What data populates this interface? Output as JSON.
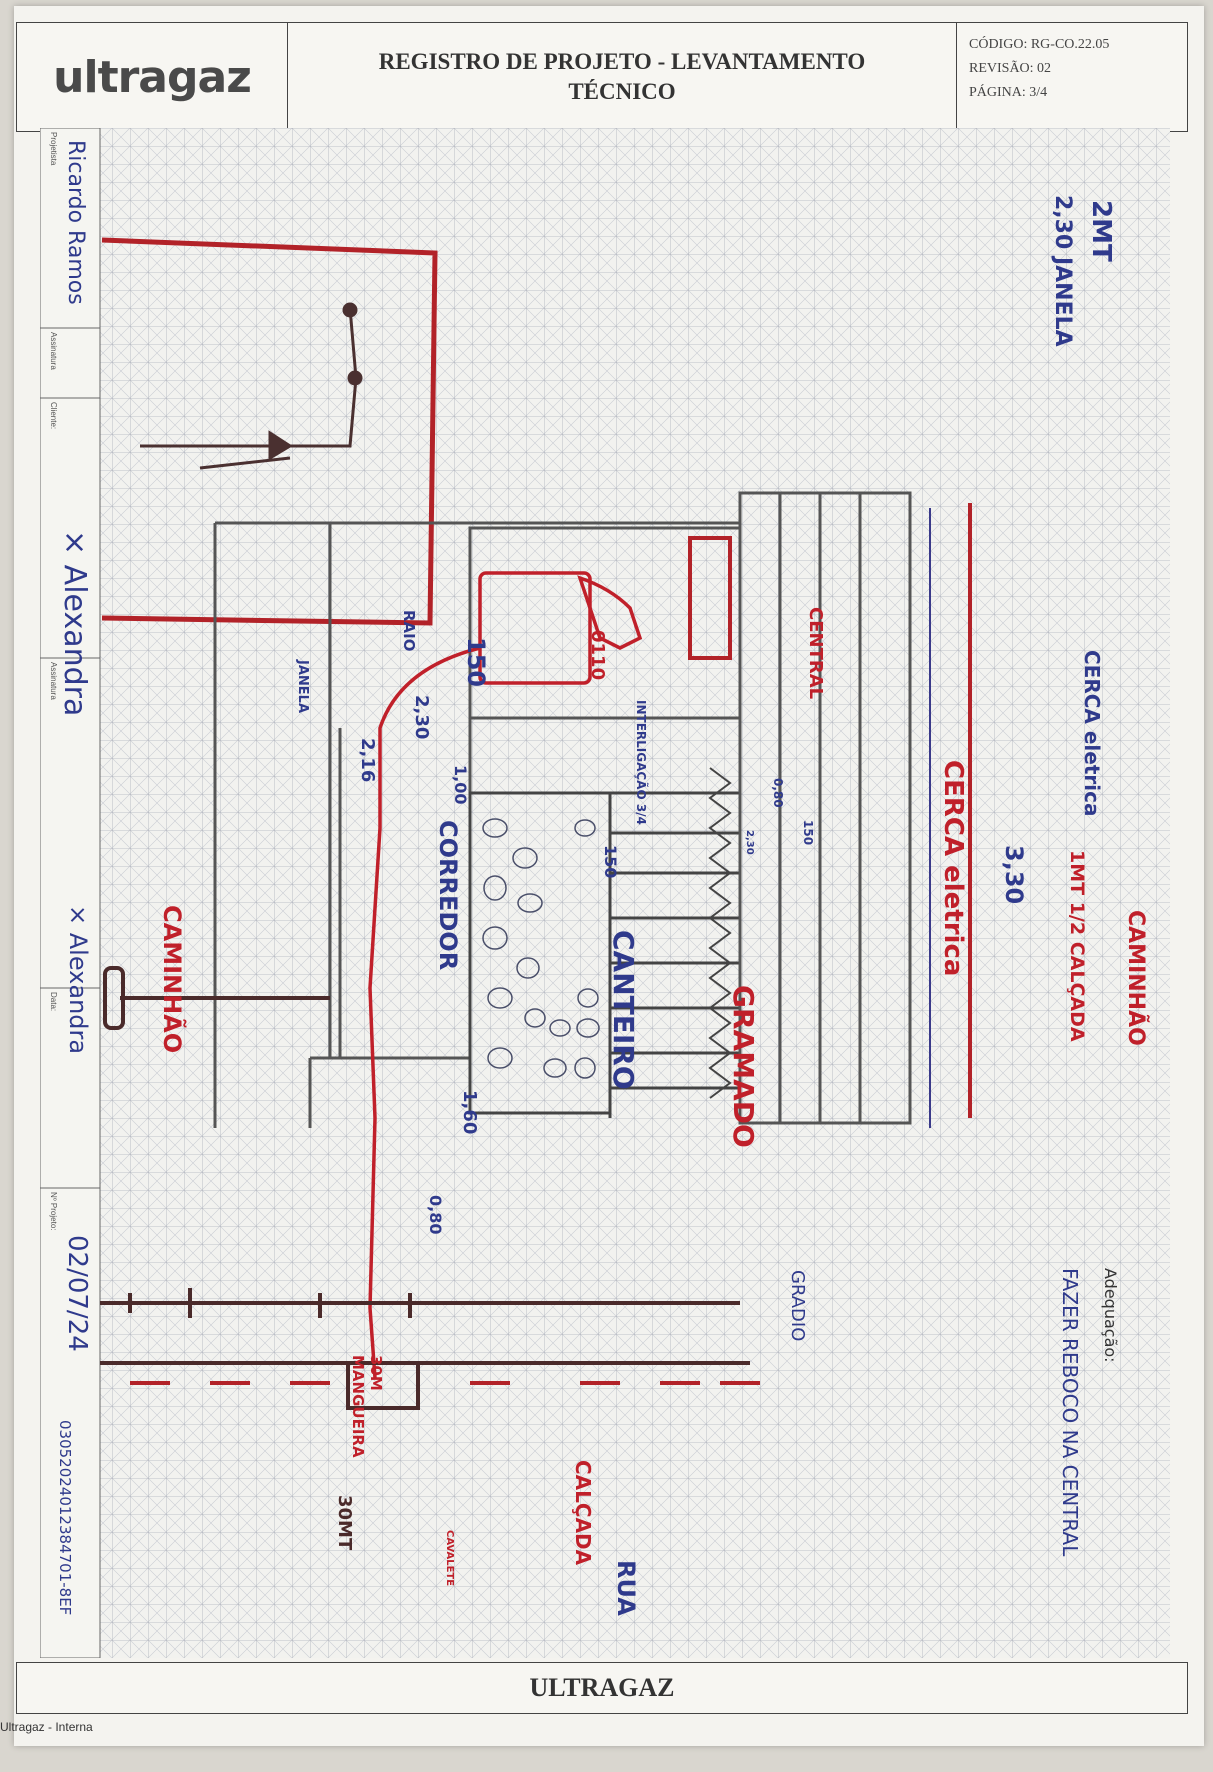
{
  "header": {
    "logo": "ultragaz",
    "title": "REGISTRO DE PROJETO - LEVANTAMENTO TÉCNICO",
    "codigo": "CÓDIGO:   RG-CO.22.05",
    "revisao": "REVISÃO:  02",
    "pagina": "PÁGINA: 3/4"
  },
  "side_labels": {
    "projetista": "Projetista",
    "assinatura1": "Assinatura",
    "cliente": "Cliente:",
    "assinatura2": "Assinatura",
    "data": "Data:",
    "nr_projeto": "Nº Projeto:"
  },
  "side_values": {
    "projetista": "Ricardo Ramos",
    "cliente": "× Alexandra",
    "assinatura2": "× Alexandra",
    "data": "02/07/24",
    "nr_projeto": "03052024012384701-8EF"
  },
  "sketch_labels": {
    "muro": "2MT",
    "janela_top": "2,30 JANELA",
    "raio": "RAIO",
    "m150": "150",
    "m230": "2,30",
    "m216": "2,16",
    "janela": "JANELA",
    "p0110": "0110",
    "interligacao": "INTERLIGAÇÃO 3/4",
    "central": "CENTRAL",
    "m080": "0,80",
    "m150b": "150",
    "m150c": "150",
    "m230b": "2,30",
    "m100": "1,00",
    "corredor": "CORREDOR",
    "canteiro": "CANTEIRO",
    "gramado": "GRAMADO",
    "cerca1": "CERCA eletrica",
    "cerca2": "CERCA eletrica",
    "m330": "3,30",
    "caminhao": "CAMINHÃO",
    "m1mt": "1MT 1/2 CALÇADA",
    "caminhao_red": "CAMINHÃO",
    "m160": "1,60",
    "m080b": "0,80",
    "gradio": "GRADIO",
    "m30m": "30M MANGUEIRA",
    "m30mt": "30MT",
    "calcada": "CALÇADA",
    "rua": "RUA",
    "cavalete": "CAVALETE"
  },
  "adequacao": {
    "label": "Adequação:",
    "text": "FAZER REBOCO NA CENTRAL"
  },
  "footer": {
    "brand": "ULTRAGAZ",
    "classification": "Ultragaz - Interna"
  },
  "colors": {
    "pen_red": "#c0202a",
    "pen_blue": "#2f3a8c",
    "pencil": "#4a4a4a",
    "grid": "#b9bcc4"
  }
}
